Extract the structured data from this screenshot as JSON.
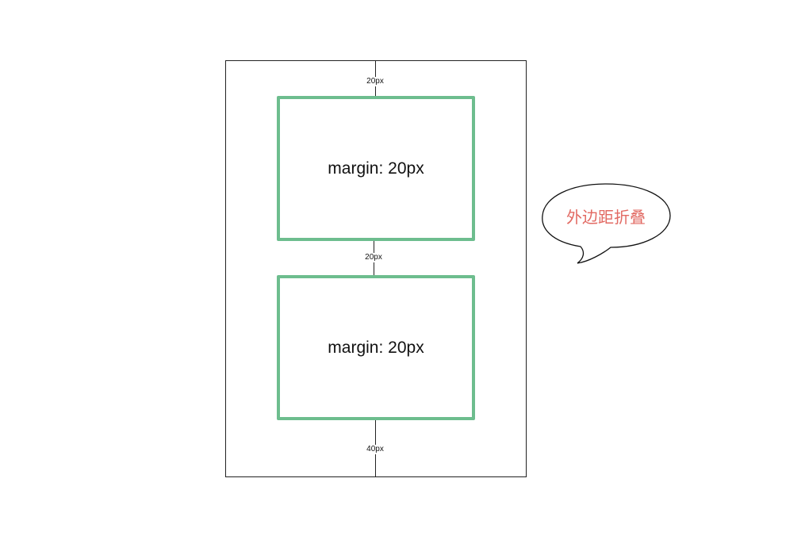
{
  "container": {
    "top_margin_label": "20px",
    "middle_margin_label": "20px",
    "bottom_margin_label": "40px"
  },
  "boxes": [
    {
      "label": "margin: 20px"
    },
    {
      "label": "margin: 20px"
    }
  ],
  "callout": {
    "text": "外边距折叠",
    "text_color": "#e26a63"
  },
  "colors": {
    "box_border": "#6dbd8e",
    "line": "#222222"
  }
}
